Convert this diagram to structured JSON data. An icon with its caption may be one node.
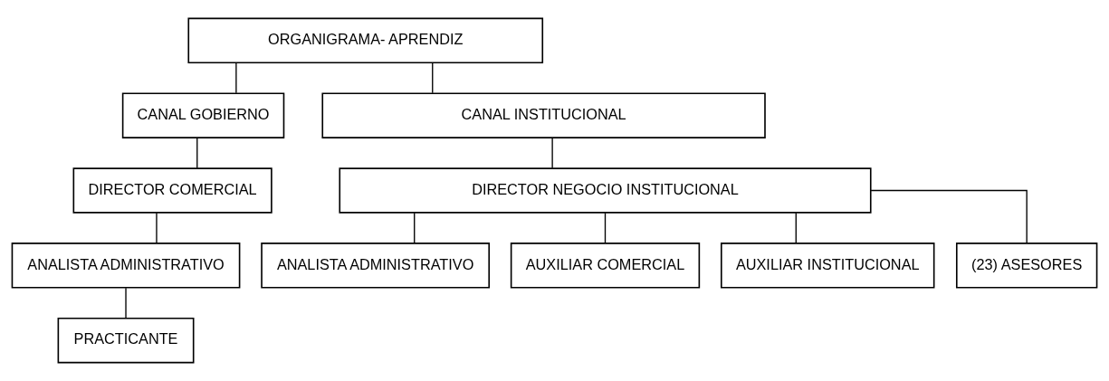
{
  "diagram": {
    "nodes": [
      {
        "text": [
          "ORGANIGRAMA- APRENDIZ"
        ]
      },
      {
        "text": [
          "CANAL GOBIERNO"
        ]
      },
      {
        "text": [
          "CANAL INSTITUCIONAL"
        ]
      },
      {
        "text": [
          "DIRECTOR COMERCIAL"
        ]
      },
      {
        "text": [
          "DIRECTOR NEGOCIO INSTITUCIONAL"
        ]
      },
      {
        "text": [
          "ANALISTA ADMINISTRATIVO"
        ]
      },
      {
        "text": [
          "ANALISTA ADMINISTRATIVO"
        ]
      },
      {
        "text": [
          "AUXILIAR COMERCIAL"
        ]
      },
      {
        "text": [
          "AUXILIAR INSTITUCIONAL"
        ]
      },
      {
        "text": [
          "(23) ASESORES"
        ]
      },
      {
        "text": [
          "PRACTICANTE"
        ]
      }
    ],
    "edges": [
      {
        "from": 0,
        "to": 1,
        "arrow": "none"
      },
      {
        "from": 0,
        "to": 2,
        "arrow": "none"
      },
      {
        "from": 1,
        "to": 3,
        "arrow": "none"
      },
      {
        "from": 2,
        "to": 4,
        "arrow": "none"
      },
      {
        "from": 3,
        "to": 5,
        "arrow": "none"
      },
      {
        "from": 5,
        "to": 10,
        "arrow": "none"
      },
      {
        "from": 4,
        "to": 6,
        "arrow": "none"
      },
      {
        "from": 4,
        "to": 7,
        "arrow": "none"
      },
      {
        "from": 4,
        "to": 8,
        "arrow": "none"
      },
      {
        "from": 4,
        "to": 9,
        "arrow": "none"
      }
    ]
  }
}
